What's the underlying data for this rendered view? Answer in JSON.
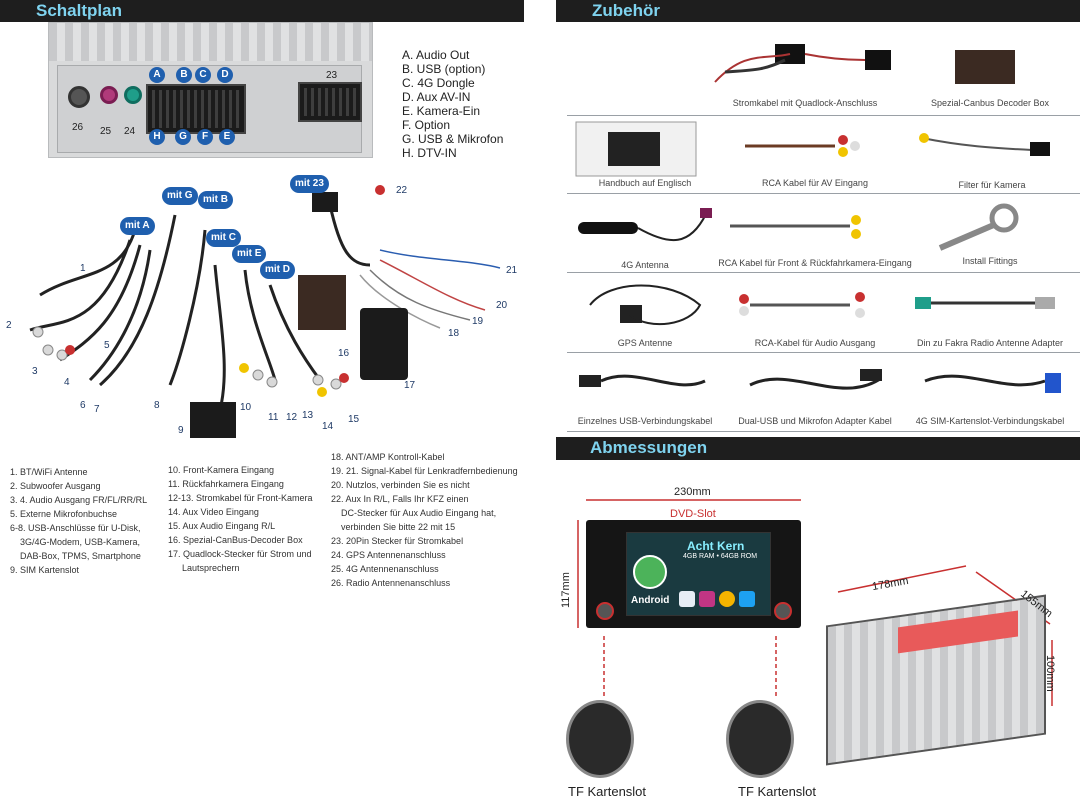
{
  "headers": {
    "schaltplan": "Schaltplan",
    "zubehor": "Zubehör",
    "abmessungen": "Abmessungen"
  },
  "board": {
    "circles": [
      "A",
      "B",
      "C",
      "D",
      "H",
      "G",
      "F",
      "E"
    ],
    "port_numbers": [
      "26",
      "25",
      "24",
      "23"
    ]
  },
  "legend_ah": [
    "A. Audio Out",
    "B. USB (option)",
    "C. 4G Dongle",
    "D. Aux AV-IN",
    "E. Kamera-Ein",
    "F. Option",
    "G. USB & Mikrofon",
    "H. DTV-IN"
  ],
  "badges": [
    "mit G",
    "mit B",
    "mit A",
    "mit C",
    "mit E",
    "mit D",
    "mit 23"
  ],
  "wire_numbers": [
    "1",
    "2",
    "3",
    "4",
    "5",
    "6",
    "7",
    "8",
    "9",
    "10",
    "11",
    "12",
    "13",
    "14",
    "15",
    "16",
    "17",
    "18",
    "19",
    "20",
    "21",
    "22"
  ],
  "list_col1": [
    "1. BT/WiFi Antenne",
    "2. Subwoofer Ausgang",
    "3. 4. Audio Ausgang FR/FL/RR/RL",
    "5. Externe Mikrofonbuchse",
    "6-8. USB-Anschlüsse für U-Disk,",
    "3G/4G-Modem, USB-Kamera,",
    "DAB-Box, TPMS, Smartphone",
    "9. SIM Kartenslot"
  ],
  "list_col2": [
    "10. Front-Kamera Eingang",
    "11. Rückfahrkamera Eingang",
    "12-13. Stromkabel für Front-Kamera",
    "14. Aux Video Eingang",
    "15. Aux Audio Eingang R/L",
    "16. Spezial-CanBus-Decoder Box",
    "17. Quadlock-Stecker für Strom und",
    "Lautsprechern"
  ],
  "list_col3": [
    "18. ANT/AMP Kontroll-Kabel",
    "19. 21. Signal-Kabel für Lenkradfernbedienung",
    "20. Nutzlos, verbinden Sie es nicht",
    "22. Aux In R/L, Falls Ihr KFZ einen",
    "DC-Stecker für Aux Audio Eingang hat,",
    "verbinden Sie bitte 22 mit 15",
    "23. 20Pin Stecker für Stromkabel",
    "24. GPS Antennenanschluss",
    "25. 4G Antennenanschluss",
    "26. Radio Antennenanschluss"
  ],
  "accessories": [
    "Stromkabel mit Quadlock-Anschluss",
    "Spezial-Canbus Decoder Box",
    "Handbuch auf Englisch",
    "RCA Kabel für AV Eingang",
    "Filter für Kamera",
    "4G Antenna",
    "RCA Kabel für Front & Rückfahrkamera-Eingang",
    "Install Fittings",
    "GPS Antenne",
    "RCA-Kabel für Audio Ausgang",
    "Din zu Fakra Radio Antenne Adapter",
    "Einzelnes USB-Verbindungskabel",
    "Dual-USB und Mikrofon Adapter Kabel",
    "4G SIM-Kartenslot-Verbindungskabel"
  ],
  "dimensions": {
    "width": "230mm",
    "dvd_slot": "DVD-Slot",
    "height": "117mm",
    "depth": "178mm",
    "depth2": "155mm",
    "height2": "100mm",
    "brand": "Acht Kern",
    "spec": "4GB RAM • 64GB ROM",
    "os": "Android",
    "tf1": "TF Kartenslot",
    "tf2": "TF Kartenslot"
  },
  "colors": {
    "header_bg": "#1e1e1e",
    "header_text": "#7fd3ef",
    "badge": "#1f5fae"
  }
}
